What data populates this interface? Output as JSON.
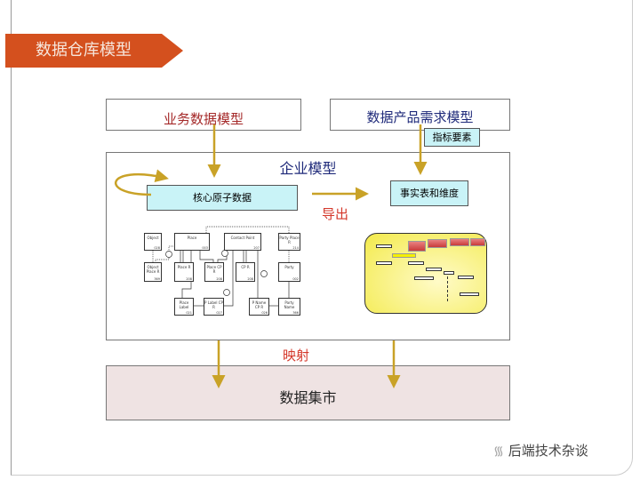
{
  "title": "数据仓库模型",
  "business_model": "业务数据模型",
  "product_model": "数据产品需求模型",
  "indicator": "指标要素",
  "enterprise_model": "企业模型",
  "core_data": "核心原子数据",
  "fact_dim": "事实表和维度",
  "export": "导出",
  "mapping": "映射",
  "datamart": "数据集市",
  "watermark": "后端技术杂谈",
  "mini_model": [
    {
      "name": "Object",
      "id": "028"
    },
    {
      "name": "Place",
      "id": "003"
    },
    {
      "name": "Contact Point",
      "id": "207"
    },
    {
      "name": "Party Place R",
      "id": "214"
    },
    {
      "name": "Object Place R",
      "id": "369"
    },
    {
      "name": "Place R",
      "id": "208"
    },
    {
      "name": "Place CP R",
      "id": "208"
    },
    {
      "name": "CP R",
      "id": "208"
    },
    {
      "name": "Party",
      "id": "002"
    },
    {
      "name": "Place Label",
      "id": "021"
    },
    {
      "name": "P Label CP R",
      "id": "027"
    },
    {
      "name": "P Name CP R",
      "id": "026"
    },
    {
      "name": "Party Name",
      "id": "366"
    }
  ],
  "colors": {
    "banner": "#d4501e",
    "arrow": "#c9a227",
    "cyan": "#c9f3f7",
    "red": "#d4372a",
    "navy": "#1f2a7a",
    "datamart_bg": "#efe3e3"
  }
}
